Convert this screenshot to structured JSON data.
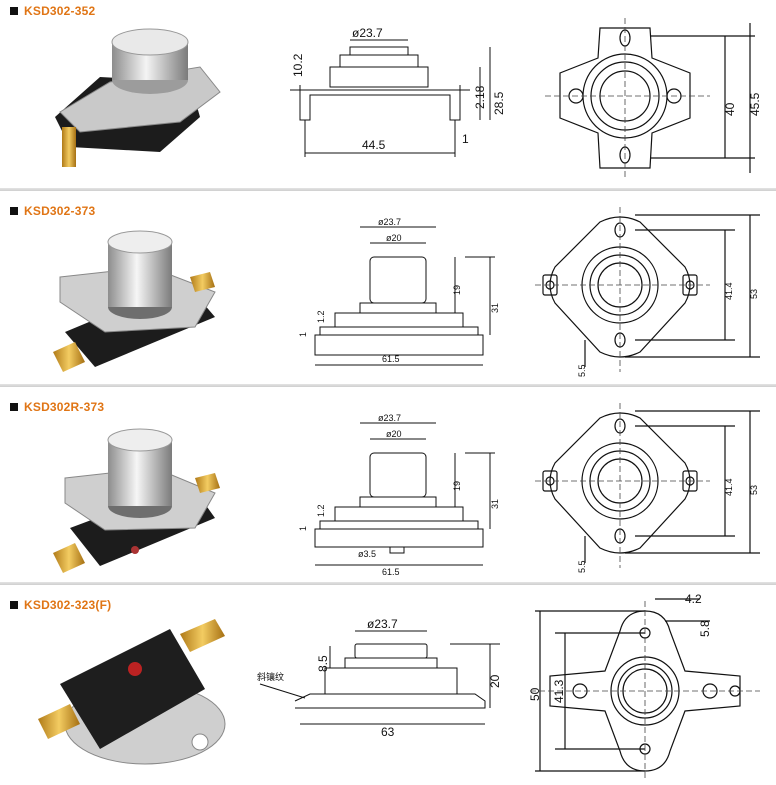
{
  "products": [
    {
      "model": "KSD302-352",
      "side_dims": {
        "cap_diameter": "ø23.7",
        "step_height": "10.2",
        "body_height": "2.18",
        "total_height": "28.5",
        "base_thickness": "1",
        "base_width": "44.5"
      },
      "top_dims": {
        "hole_spacing": "40",
        "overall_height": "45.5"
      }
    },
    {
      "model": "KSD302-373",
      "side_dims": {
        "cap_diameter": "ø23.7",
        "inner_diameter": "ø20",
        "step_height": "1.2",
        "cap_height": "19",
        "total_height": "31",
        "base_thickness": "1",
        "base_width": "61.5"
      },
      "top_dims": {
        "hole_spacing": "41.4",
        "overall_height": "53",
        "hole_offset": "5.5"
      }
    },
    {
      "model": "KSD302R-373",
      "side_dims": {
        "cap_diameter": "ø23.7",
        "inner_diameter": "ø20",
        "step_height": "1.2",
        "cap_height": "19",
        "total_height": "31",
        "base_thickness": "1",
        "base_width": "61.5",
        "button_diameter": "ø3.5"
      },
      "top_dims": {
        "hole_spacing": "41.4",
        "overall_height": "53",
        "hole_offset": "5.5"
      }
    },
    {
      "model": "KSD302-323(F)",
      "side_dims": {
        "cap_diameter": "ø23.7",
        "step_height": "8.5",
        "total_height": "20",
        "base_width": "63",
        "note": "斜镶纹"
      },
      "top_dims": {
        "tab_width": "4.2",
        "tab_offset": "5.8",
        "overall_height": "50",
        "hole_spacing": "41.3"
      }
    }
  ]
}
